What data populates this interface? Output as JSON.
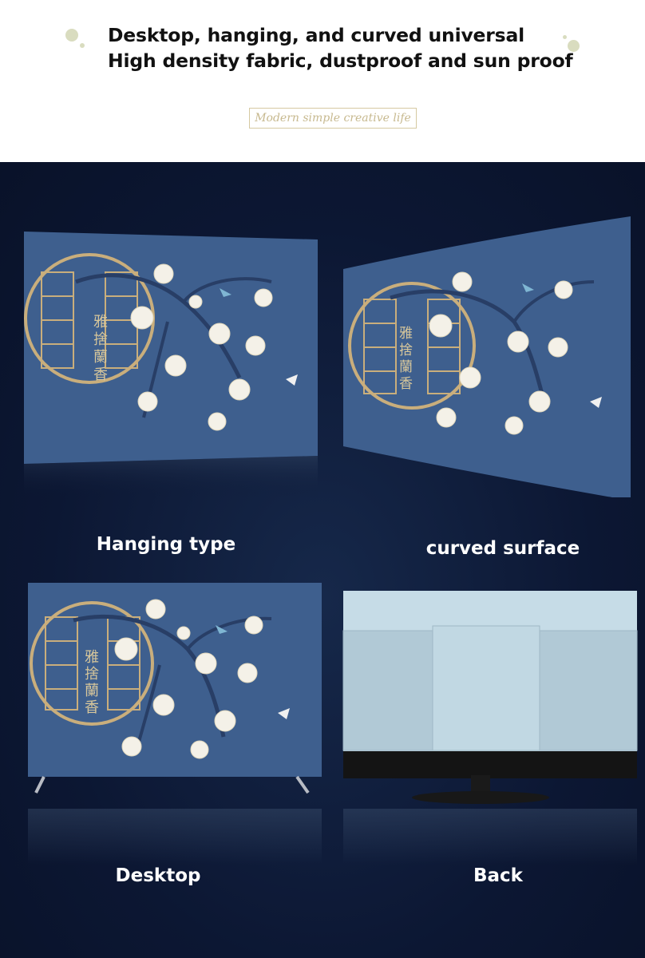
{
  "header": {
    "line1": "Desktop, hanging, and curved universal",
    "line2": "High density fabric, dustproof and sun proof",
    "tagline": "Modern simple creative life"
  },
  "colors": {
    "background_top": "#ffffff",
    "background_dark": "#0c1733",
    "screen_blue": "#3e5f8e",
    "gold_frame": "#c9ae7c",
    "back_cover": "#bcd3df"
  },
  "panels": [
    {
      "label": "Hanging type",
      "art_text": "雅捨蘭香"
    },
    {
      "label": "curved surface",
      "art_text": "雅捨蘭香"
    },
    {
      "label": "Desktop",
      "art_text": "雅捨蘭香"
    },
    {
      "label": "Back"
    }
  ]
}
